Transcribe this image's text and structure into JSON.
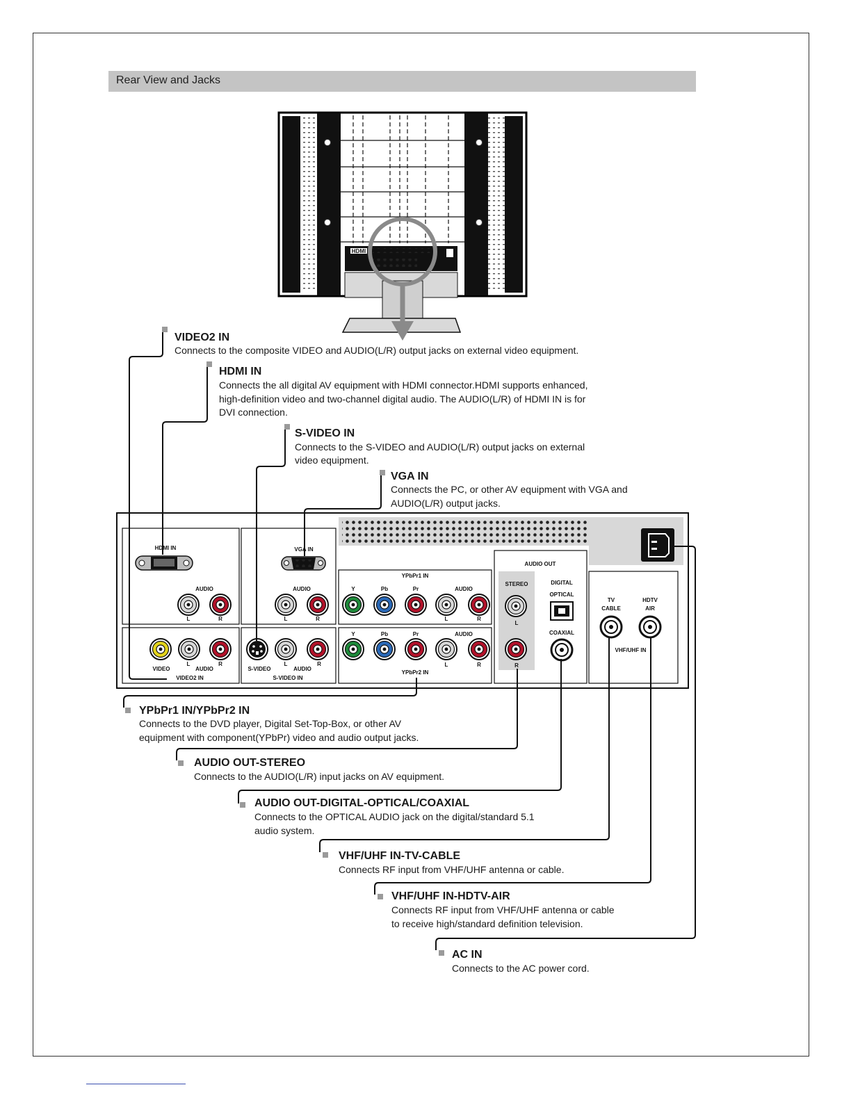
{
  "header": {
    "title": "Rear View and Jacks"
  },
  "panel": {
    "hdmi_in": "HDMI IN",
    "vga_in": "VGA IN",
    "audio": "AUDIO",
    "l": "L",
    "r": "R",
    "video": "VIDEO",
    "s_video": "S-VIDEO",
    "video2_in": "VIDEO2 IN",
    "s_video_in": "S-VIDEO IN",
    "ypbpr1_in": "YPbPr1 IN",
    "ypbpr2_in": "YPbPr2 IN",
    "y": "Y",
    "pb": "Pb",
    "pr": "Pr",
    "audio_out": "AUDIO OUT",
    "stereo": "STEREO",
    "digital": "DIGITAL",
    "optical": "OPTICAL",
    "coaxial": "COAXIAL",
    "tv": "TV",
    "cable": "CABLE",
    "hdtv": "HDTV",
    "air": "AIR",
    "vhf_uhf_in": "VHF/UHF IN"
  },
  "tv_labels": {
    "hdmi": "HDMI"
  },
  "callouts": {
    "video2": {
      "title": "VIDEO2 IN",
      "lines": [
        "Connects to the composite VIDEO and AUDIO(L/R) output jacks on external video equipment."
      ]
    },
    "hdmi": {
      "title": "HDMI IN",
      "lines": [
        "Connects the all digital AV equipment with HDMI connector.HDMI supports enhanced,",
        "high-definition video and two-channel digital audio.  The AUDIO(L/R) of HDMI IN is for",
        "DVI connection."
      ]
    },
    "svideo": {
      "title": "S-VIDEO IN",
      "lines": [
        "Connects to the S-VIDEO and AUDIO(L/R) output jacks on external",
        "video equipment."
      ]
    },
    "vga": {
      "title": "VGA IN",
      "lines": [
        "Connects the PC, or other AV equipment with VGA and",
        "AUDIO(L/R) output jacks."
      ]
    },
    "ypbpr": {
      "title": "YPbPr1 IN/YPbPr2 IN",
      "lines": [
        "Connects to the DVD player, Digital Set-Top-Box, or other AV",
        "equipment with component(YPbPr) video and audio output jacks."
      ]
    },
    "stereo": {
      "title": "AUDIO OUT-STEREO",
      "lines": [
        "Connects to the AUDIO(L/R) input jacks on AV equipment."
      ]
    },
    "digital": {
      "title": "AUDIO OUT-DIGITAL-OPTICAL/COAXIAL",
      "lines": [
        "Connects to the OPTICAL AUDIO jack on the digital/standard 5.1",
        "audio system."
      ]
    },
    "tvcable": {
      "title": "VHF/UHF IN-TV-CABLE",
      "lines": [
        "Connects RF input from VHF/UHF antenna or cable."
      ]
    },
    "hdtvair": {
      "title": "VHF/UHF IN-HDTV-AIR",
      "lines": [
        "Connects RF input from VHF/UHF antenna or cable",
        "to receive high/standard definition television."
      ]
    },
    "acin": {
      "title": "AC IN",
      "lines": [
        "Connects to the AC power cord."
      ]
    }
  },
  "colors": {
    "yellow": "#e3d41b",
    "red": "#b3122a",
    "green": "#1e8a3a",
    "blue": "#2a69b8",
    "gray_jack": "#d8d8d8",
    "header_bg": "#c4c4c4"
  }
}
